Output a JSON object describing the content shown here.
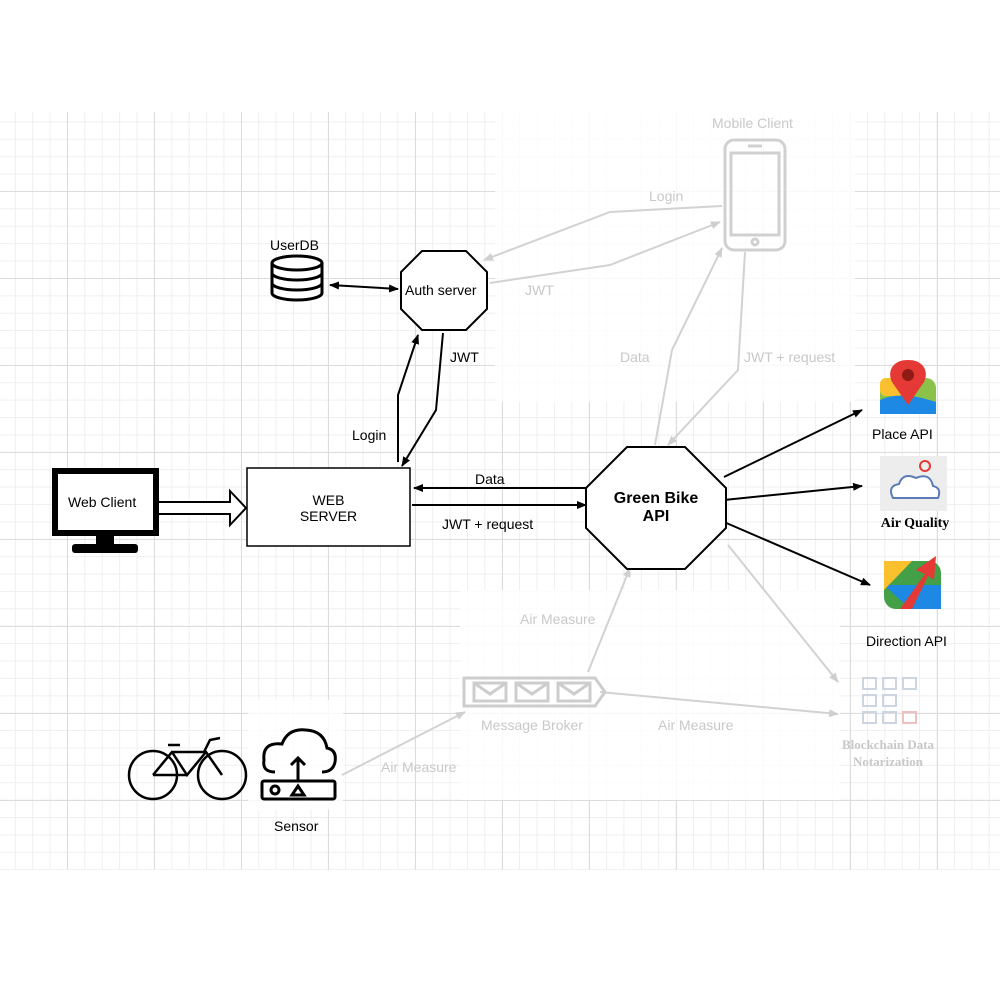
{
  "nodes": {
    "web_client": "Web Client",
    "web_server_line1": "WEB",
    "web_server_line2": "SERVER",
    "auth_server": "Auth server",
    "user_db": "UserDB",
    "mobile_client": "Mobile Client",
    "green_bike_line1": "Green Bike",
    "green_bike_line2": "API",
    "place_api": "Place API",
    "air_quality": "Air Quality",
    "direction_api": "Direction API",
    "blockchain_line1": "Blockchain Data",
    "blockchain_line2": "Notarization",
    "message_broker": "Message Broker",
    "sensor": "Sensor"
  },
  "edges": {
    "login_web": "Login",
    "jwt_web": "JWT",
    "data_api": "Data",
    "jwt_request_api": "JWT + request",
    "login_mobile": "Login",
    "jwt_mobile": "JWT",
    "data_mobile": "Data",
    "jwt_request_mobile": "JWT + request",
    "air_measure_sensor": "Air Measure",
    "air_measure_broker_api": "Air Measure",
    "air_measure_broker_chain": "Air Measure"
  },
  "icons": {
    "web_client": "monitor-icon",
    "user_db": "database-icon",
    "mobile_client": "smartphone-icon",
    "place_api": "map-pin-icon",
    "air_quality": "cloud-icon",
    "direction_api": "directions-icon",
    "blockchain": "blocks-icon",
    "message_broker": "envelopes-icon",
    "sensor": "cloud-upload-icon",
    "bike": "bicycle-icon"
  },
  "colors": {
    "line": "#000000",
    "faded": "#cccccc",
    "pin_red": "#e53935",
    "pin_blue": "#1e88e5",
    "pin_yellow": "#fbc02d",
    "pin_green": "#43a047"
  }
}
